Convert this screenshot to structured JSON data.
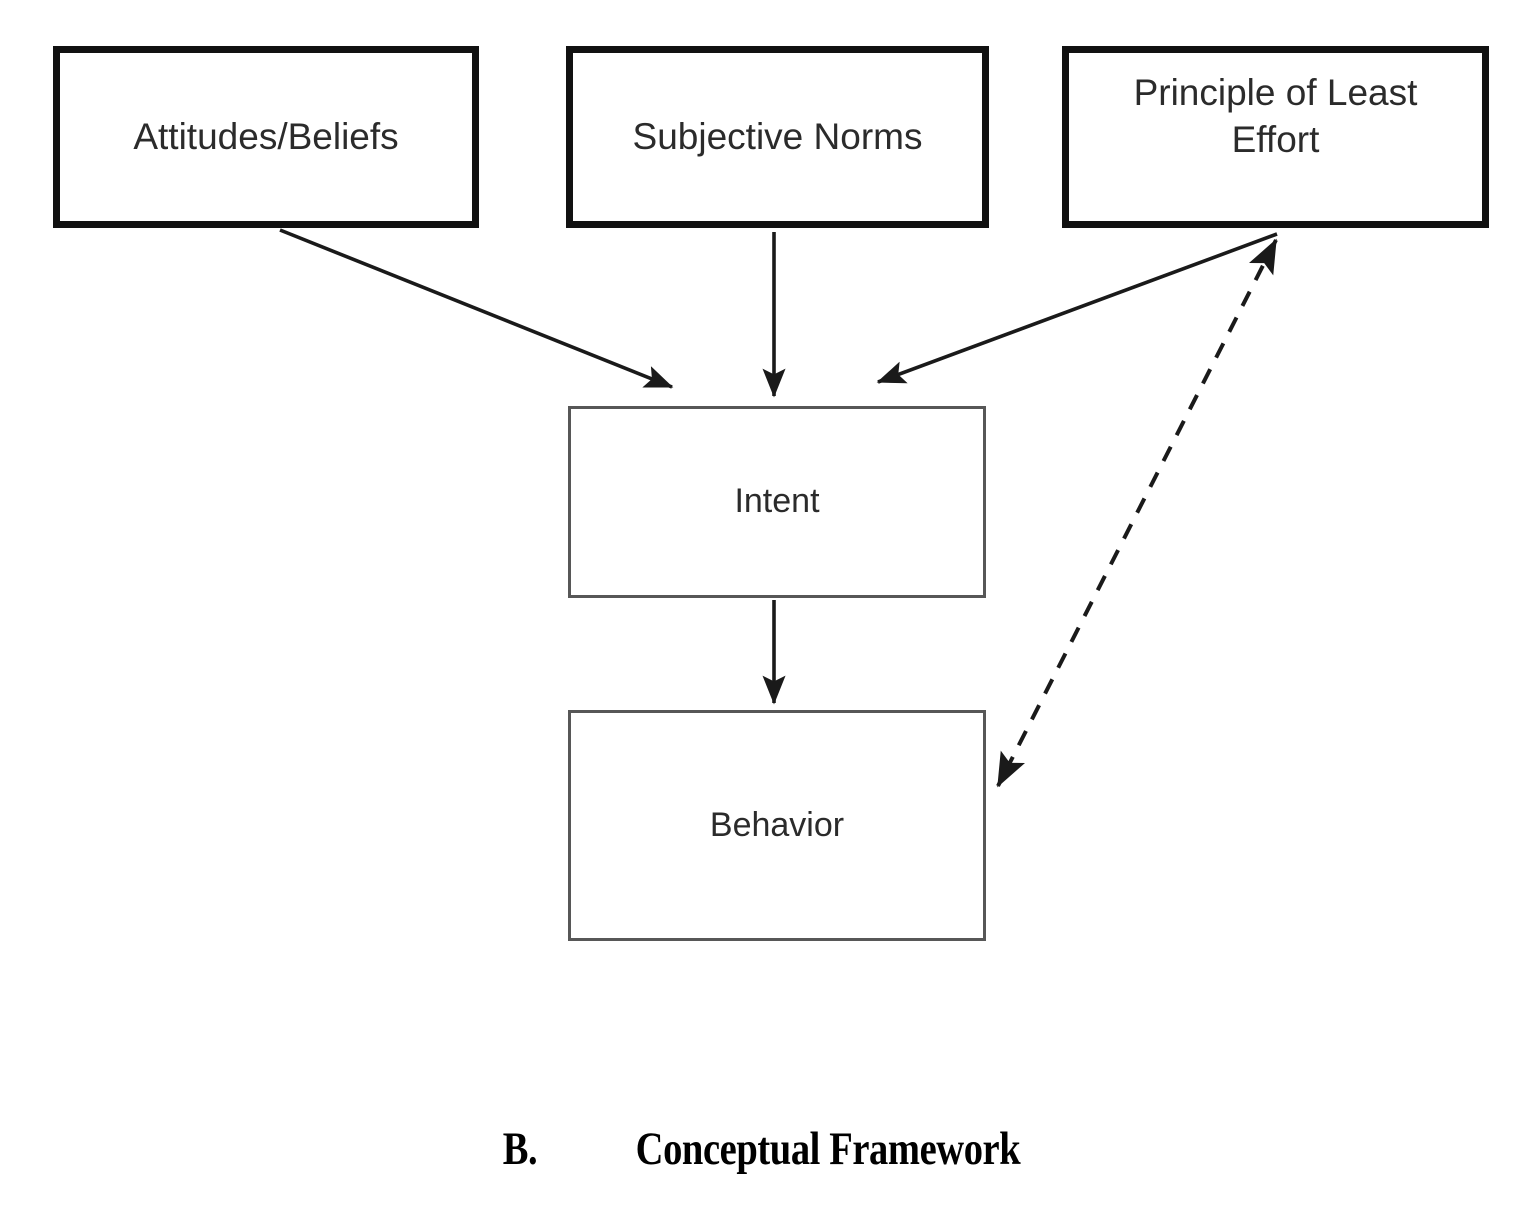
{
  "diagram": {
    "title": "Conceptual Framework",
    "caption": {
      "label": "B.",
      "text": "Conceptual Framework"
    },
    "nodes": [
      {
        "id": "attitudes-beliefs",
        "label": "Attitudes/Beliefs"
      },
      {
        "id": "subjective-norms",
        "label": "Subjective Norms"
      },
      {
        "id": "principle-of-least-effort",
        "label": "Principle of Least\nEffort"
      },
      {
        "id": "intent",
        "label": "Intent"
      },
      {
        "id": "behavior",
        "label": "Behavior"
      }
    ],
    "edges": [
      {
        "id": "attitudes-to-intent",
        "from": "attitudes-beliefs",
        "to": "intent",
        "style": "solid",
        "arrows": "single"
      },
      {
        "id": "norms-to-intent",
        "from": "subjective-norms",
        "to": "intent",
        "style": "solid",
        "arrows": "single"
      },
      {
        "id": "effort-to-intent",
        "from": "principle-of-least-effort",
        "to": "intent",
        "style": "solid",
        "arrows": "single"
      },
      {
        "id": "intent-to-behavior",
        "from": "intent",
        "to": "behavior",
        "style": "solid",
        "arrows": "single"
      },
      {
        "id": "effort-behavior-bidirectional",
        "from": "principle-of-least-effort",
        "to": "behavior",
        "style": "dashed",
        "arrows": "double"
      }
    ],
    "colors": {
      "background": "#ffffff",
      "heavy_border": "#111111",
      "light_border": "#575757",
      "node_text": "#2b2b2b",
      "edge": "#1a1a1a",
      "caption_text": "#000000"
    }
  }
}
